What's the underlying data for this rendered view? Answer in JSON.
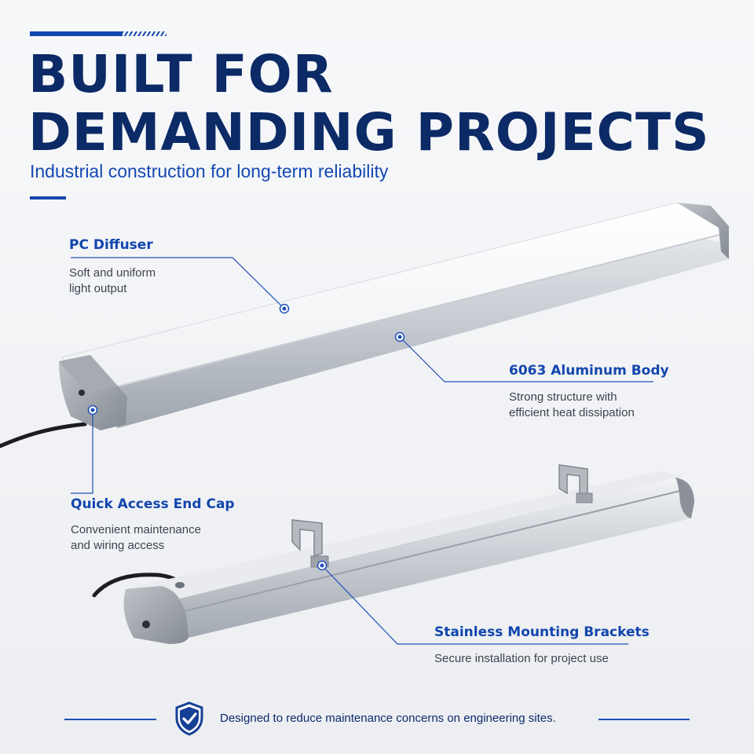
{
  "header": {
    "title_line1": "BUILT FOR",
    "title_line2": "DEMANDING PROJECTS",
    "subtitle": "Industrial construction for long-term reliability"
  },
  "callouts": {
    "diffuser": {
      "title": "PC Diffuser",
      "desc": "Soft and uniform\nlight output"
    },
    "body": {
      "title": "6063 Aluminum Body",
      "desc": "Strong structure with\nefficient heat dissipation"
    },
    "endcap": {
      "title": "Quick Access End Cap",
      "desc": "Convenient maintenance\nand wiring access"
    },
    "brackets": {
      "title": "Stainless Mounting Brackets",
      "desc": "Secure installation for project use"
    }
  },
  "footer": {
    "text": "Designed to reduce maintenance concerns on engineering sites.",
    "icon": "shield-check-icon"
  },
  "colors": {
    "primary_navy": "#0b2a66",
    "accent_blue": "#1347b0",
    "aluminum": "#b9bec6",
    "diffuser": "#ffffff"
  }
}
